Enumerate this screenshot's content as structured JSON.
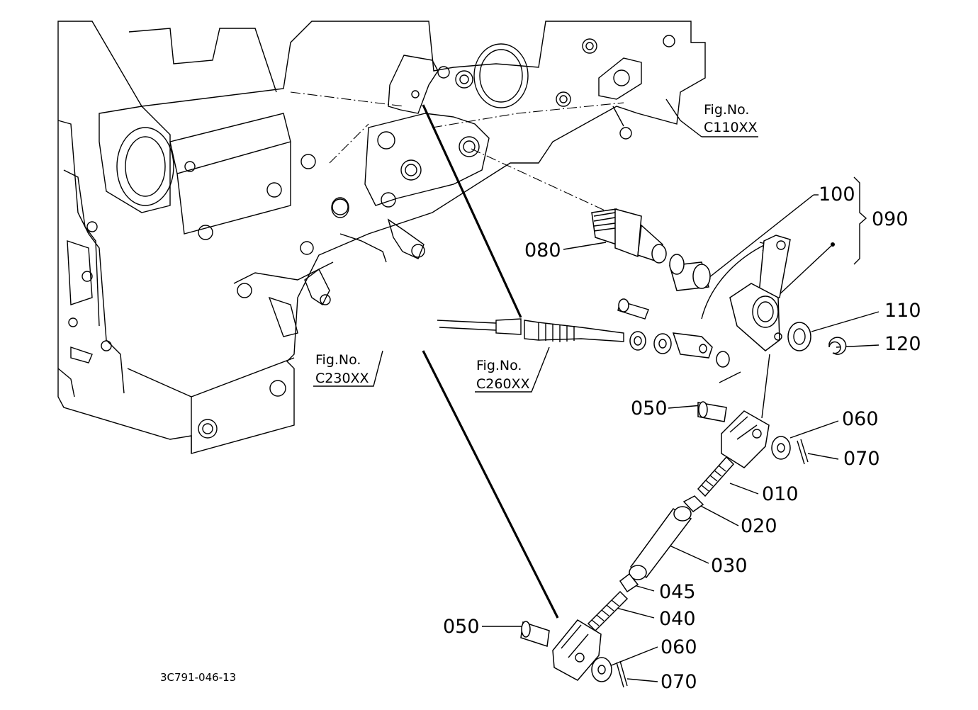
{
  "diagram": {
    "part_labels": {
      "p100": "100",
      "p090": "090",
      "p080": "080",
      "p110": "110",
      "p120": "120",
      "p050_upper": "050",
      "p060_upper": "060",
      "p070_upper": "070",
      "p010": "010",
      "p020": "020",
      "p030": "030",
      "p045": "045",
      "p040": "040",
      "p050_lower": "050",
      "p060_lower": "060",
      "p070_lower": "070"
    },
    "figure_refs": {
      "c110": {
        "line1": "Fig.No.",
        "line2": "C110XX"
      },
      "c230": {
        "line1": "Fig.No.",
        "line2": "C230XX"
      },
      "c260": {
        "line1": "Fig.No.",
        "line2": "C260XX"
      }
    },
    "drawing_code": "3C791-046-13"
  }
}
